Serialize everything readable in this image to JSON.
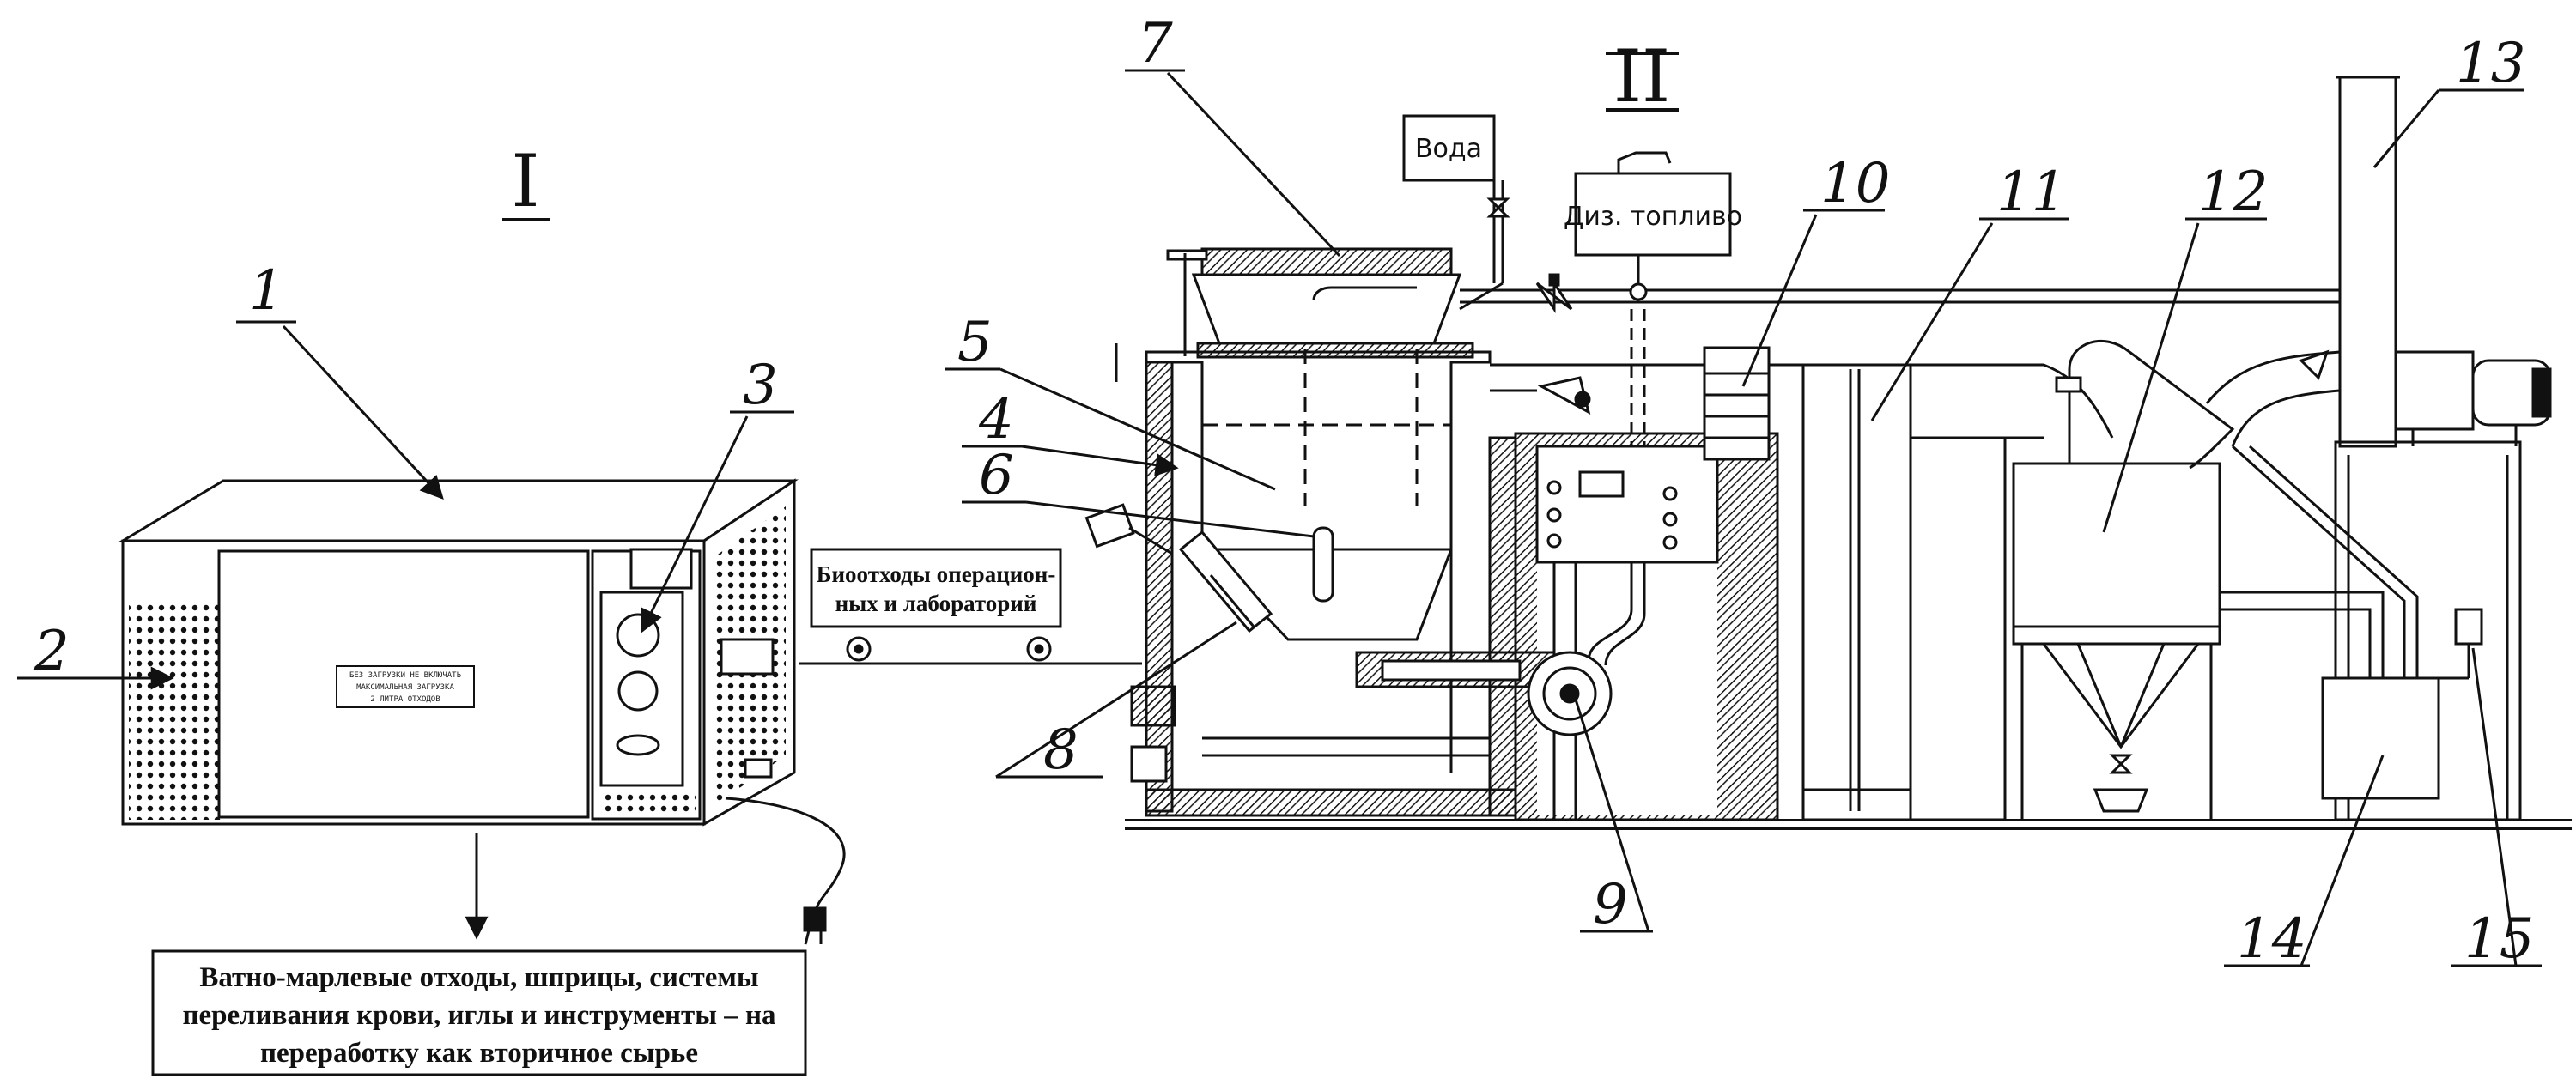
{
  "section_labels": [
    "I",
    "II"
  ],
  "callouts": [
    "1",
    "2",
    "3",
    "4",
    "5",
    "6",
    "7",
    "8",
    "9",
    "10",
    "11",
    "12",
    "13",
    "14",
    "15"
  ],
  "labels": {
    "water": "Вода",
    "diesel": "Диз. топливо"
  },
  "device_panel": {
    "line1": "БЕЗ ЗАГРУЗКИ НЕ ВКЛЮЧАТЬ",
    "line2": "МАКСИМАЛЬНАЯ ЗАГРУЗКА",
    "line3": "2 ЛИТРА ОТХОДОВ"
  },
  "conveyor_box": {
    "line1": "Биоотходы операцион-",
    "line2": "ных и лабораторий"
  },
  "bottom_box": {
    "line1": "Ватно-марлевые отходы, шприцы, системы",
    "line2": "переливания крови, иглы и инструменты – на",
    "line3": "переработку как вторичное сырье"
  }
}
